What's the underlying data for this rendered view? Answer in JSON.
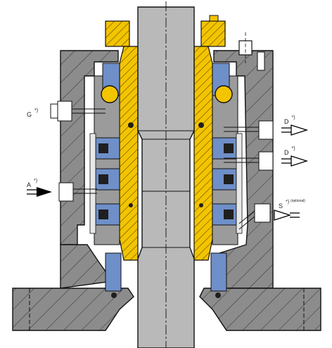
{
  "colors": {
    "housing": "#8c8c8c",
    "shaft": "#b9b9b9",
    "sleeve": "#f3c400",
    "seal_ring": "#6e8fc8",
    "dark_part": "#1f1f1f",
    "outline": "#111111",
    "arrow": "#000000",
    "background": "#ffffff"
  },
  "labels": {
    "g": {
      "letter": "G",
      "note": "*)"
    },
    "d1": {
      "letter": "D",
      "note": "*)"
    },
    "d2": {
      "letter": "D",
      "note": "*)"
    },
    "a": {
      "letter": "A",
      "note": "*)"
    },
    "s": {
      "letter": "S",
      "note": "*)",
      "extra": "(optional)"
    }
  },
  "icons": [
    "port-in-arrow-icon",
    "port-out-arrow-icon",
    "hollow-arrow-icon"
  ]
}
